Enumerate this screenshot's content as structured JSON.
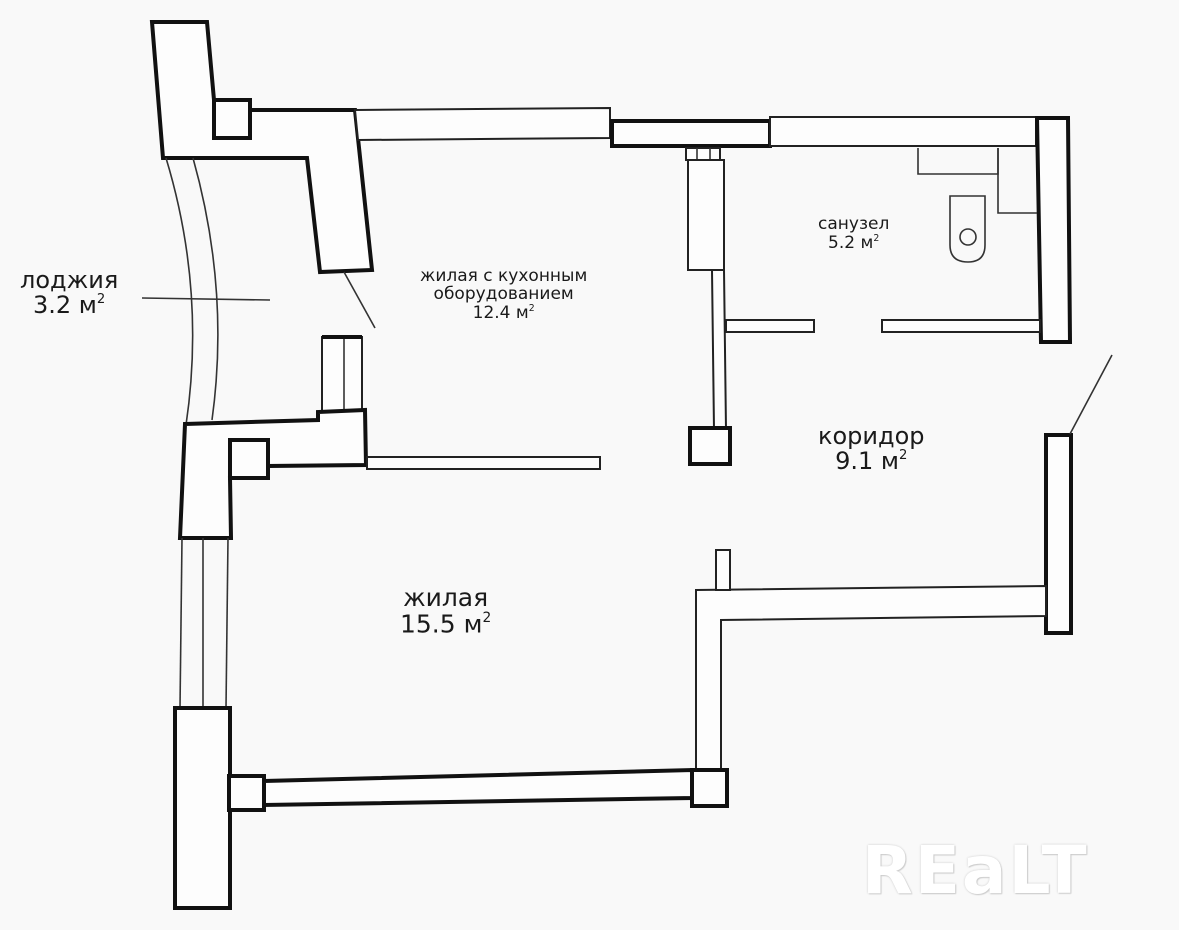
{
  "plan": {
    "rooms": [
      {
        "id": "loggia",
        "name": "лоджия",
        "area": "3.2",
        "unit": "м",
        "unit_power": "2"
      },
      {
        "id": "kitchen_living",
        "name_line1": "жилая с кухонным",
        "name_line2": "оборудованием",
        "area": "12.4",
        "unit": "м",
        "unit_power": "2"
      },
      {
        "id": "bathroom",
        "name": "санузел",
        "area": "5.2",
        "unit": "м",
        "unit_power": "2"
      },
      {
        "id": "corridor",
        "name": "коридор",
        "area": "9.1",
        "unit": "м",
        "unit_power": "2"
      },
      {
        "id": "living",
        "name": "жилая",
        "area": "15.5",
        "unit": "м",
        "unit_power": "2"
      }
    ],
    "colors": {
      "background": "#f9f9f9",
      "walls": "#111111",
      "watermark": "#ffffff"
    }
  },
  "watermark": {
    "text": "REaLT"
  }
}
